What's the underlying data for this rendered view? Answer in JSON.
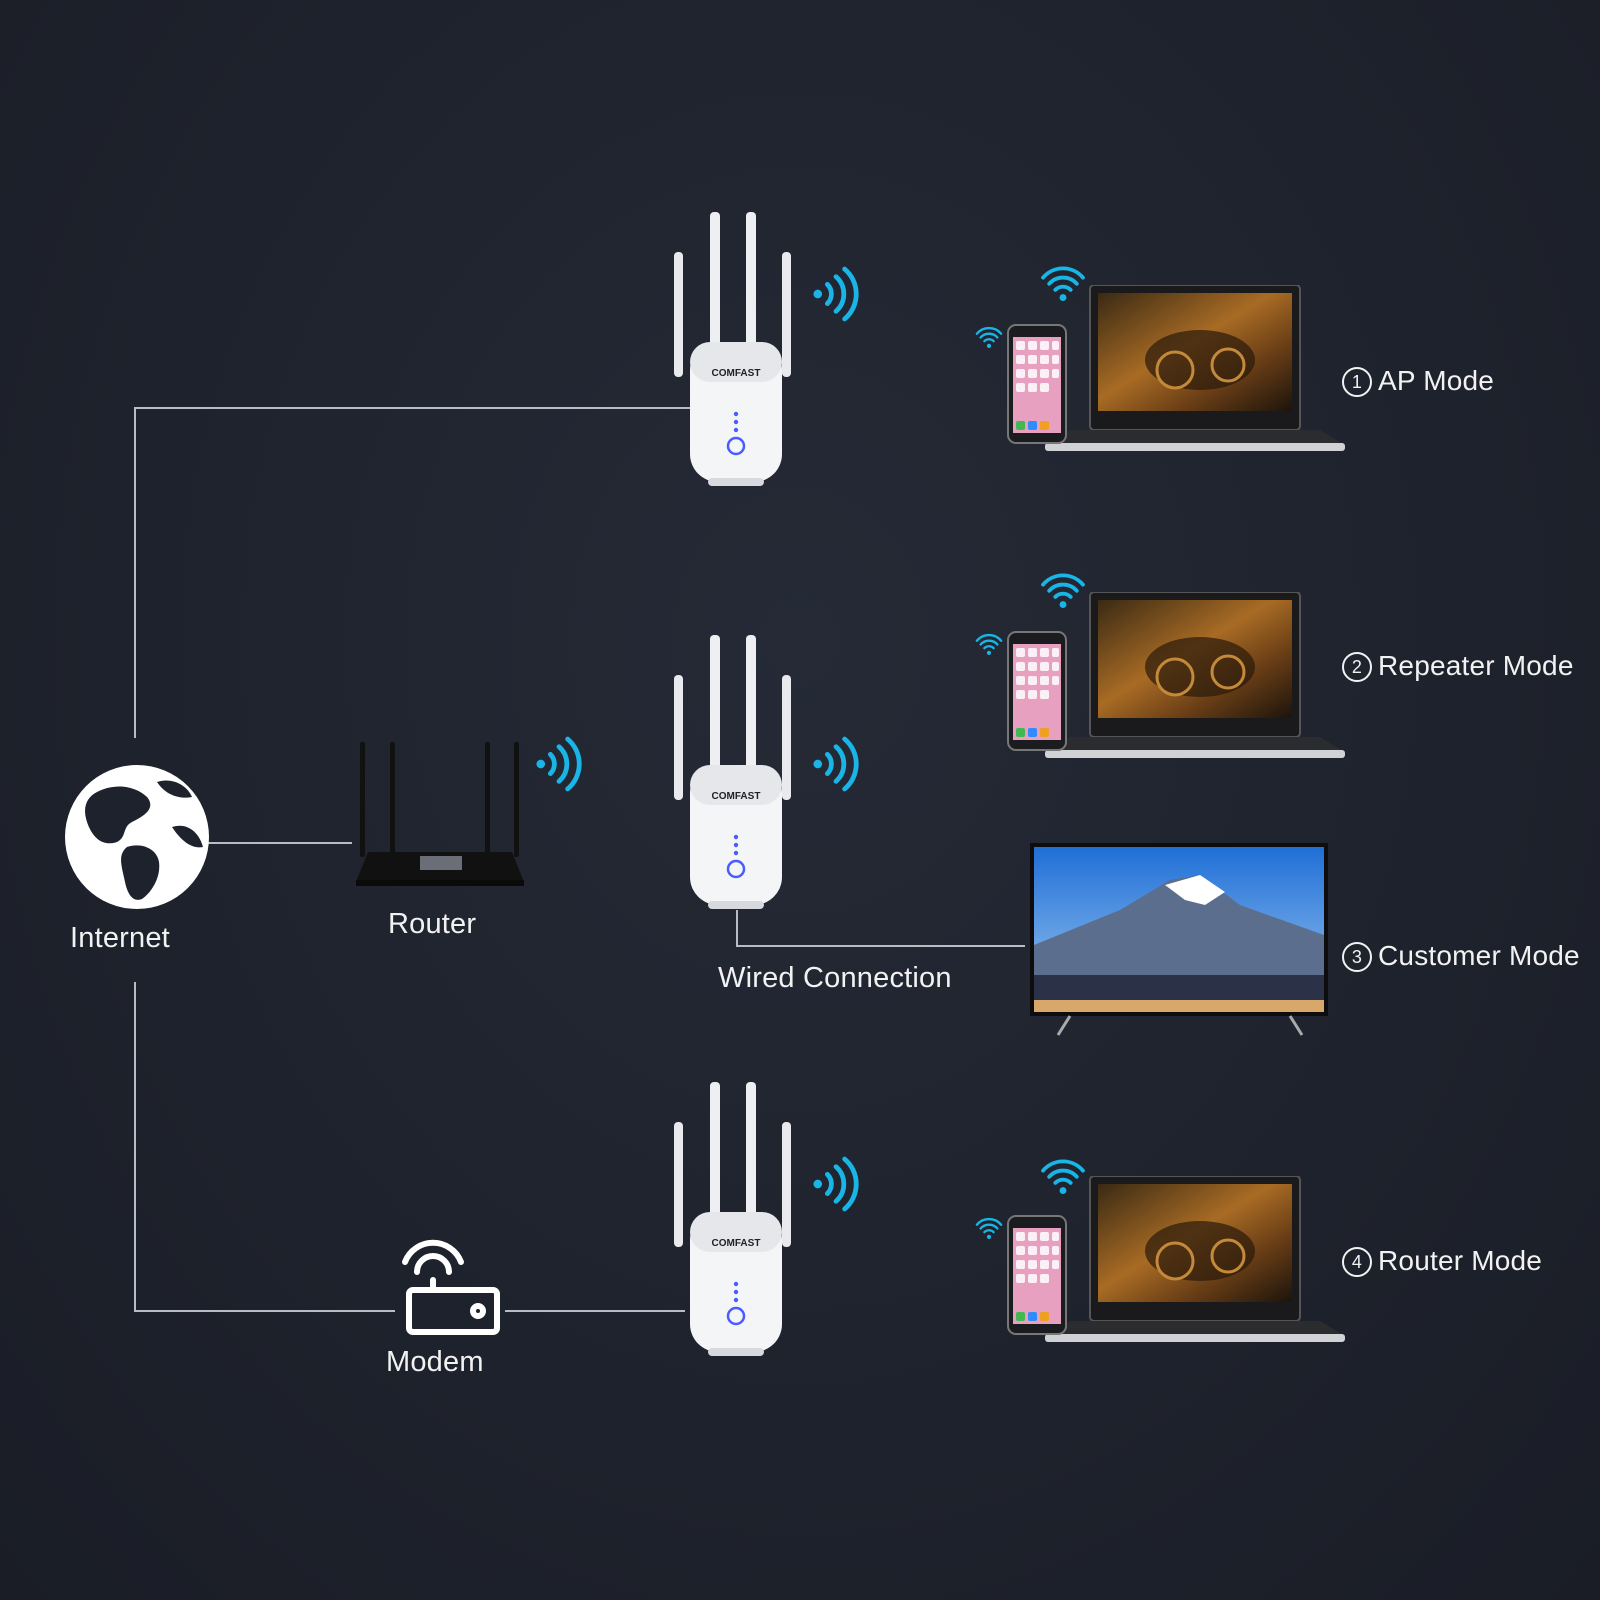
{
  "nodes": {
    "internet": "Internet",
    "router": "Router",
    "modem": "Modem",
    "wired": "Wired Connection",
    "brand": "COMFAST"
  },
  "modes": [
    {
      "num": "1",
      "label": "AP Mode"
    },
    {
      "num": "2",
      "label": "Repeater Mode"
    },
    {
      "num": "3",
      "label": "Customer Mode"
    },
    {
      "num": "4",
      "label": "Router Mode"
    }
  ],
  "colors": {
    "background": "#1e222c",
    "wifi_signal": "#19b5e6",
    "line": "#b8bcc4",
    "extender_body": "#f4f5f7",
    "led": "#4a5cff"
  }
}
